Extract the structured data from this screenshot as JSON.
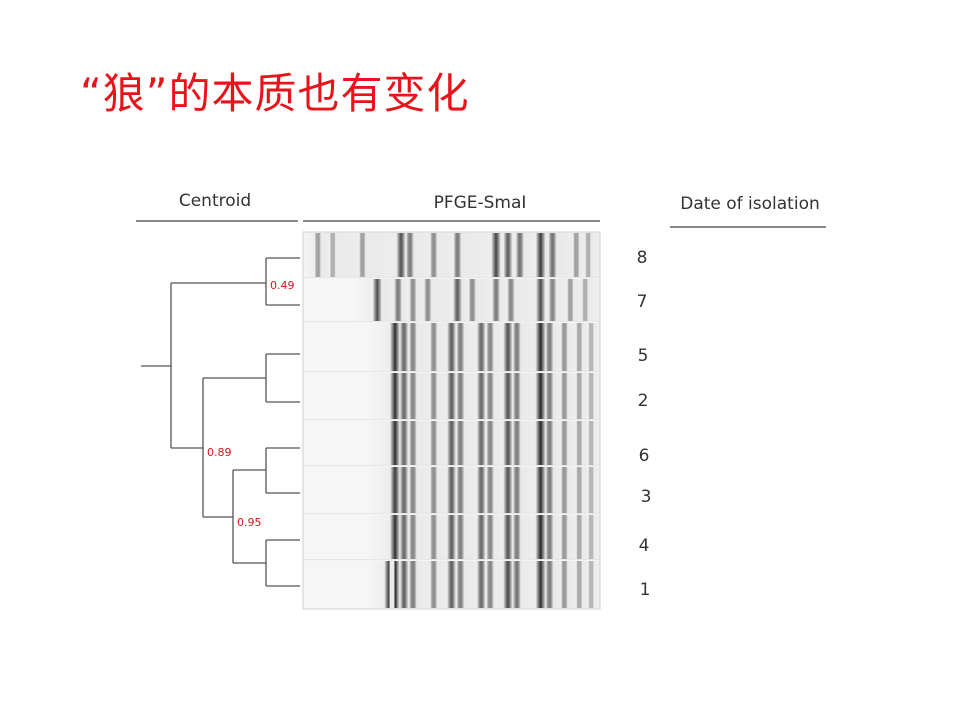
{
  "slide": {
    "title": "“狼”的本质也有变化"
  },
  "figure": {
    "headers": {
      "centroid": "Centroid",
      "method": "PFGE-SmaI",
      "date": "Date of isolation"
    },
    "lanes": [
      {
        "label": "8",
        "start": 0.0,
        "fade": 0.05,
        "bands": [
          [
            0.05,
            0.35
          ],
          [
            0.1,
            0.25
          ],
          [
            0.2,
            0.35
          ],
          [
            0.33,
            0.75
          ],
          [
            0.36,
            0.55
          ],
          [
            0.44,
            0.45
          ],
          [
            0.52,
            0.55
          ],
          [
            0.65,
            0.8
          ],
          [
            0.69,
            0.7
          ],
          [
            0.73,
            0.6
          ],
          [
            0.8,
            0.85
          ],
          [
            0.84,
            0.6
          ],
          [
            0.92,
            0.35
          ],
          [
            0.96,
            0.25
          ]
        ]
      },
      {
        "label": "7",
        "start": 0.18,
        "fade": 0.05,
        "bands": [
          [
            0.25,
            0.75
          ],
          [
            0.32,
            0.55
          ],
          [
            0.37,
            0.45
          ],
          [
            0.42,
            0.45
          ],
          [
            0.52,
            0.7
          ],
          [
            0.57,
            0.45
          ],
          [
            0.65,
            0.55
          ],
          [
            0.7,
            0.5
          ],
          [
            0.8,
            0.75
          ],
          [
            0.84,
            0.5
          ],
          [
            0.9,
            0.35
          ],
          [
            0.95,
            0.25
          ]
        ]
      },
      {
        "label": "5",
        "start": 0.22,
        "fade": 0.08,
        "bands": [
          [
            0.31,
            0.9
          ],
          [
            0.34,
            0.65
          ],
          [
            0.37,
            0.5
          ],
          [
            0.44,
            0.45
          ],
          [
            0.5,
            0.7
          ],
          [
            0.53,
            0.55
          ],
          [
            0.6,
            0.65
          ],
          [
            0.63,
            0.5
          ],
          [
            0.69,
            0.75
          ],
          [
            0.72,
            0.55
          ],
          [
            0.8,
            0.95
          ],
          [
            0.83,
            0.55
          ],
          [
            0.88,
            0.4
          ],
          [
            0.93,
            0.3
          ],
          [
            0.97,
            0.2
          ]
        ]
      },
      {
        "label": "2",
        "start": 0.22,
        "fade": 0.08,
        "bands": [
          [
            0.31,
            0.9
          ],
          [
            0.34,
            0.65
          ],
          [
            0.37,
            0.5
          ],
          [
            0.44,
            0.45
          ],
          [
            0.5,
            0.7
          ],
          [
            0.53,
            0.55
          ],
          [
            0.6,
            0.65
          ],
          [
            0.63,
            0.5
          ],
          [
            0.69,
            0.75
          ],
          [
            0.72,
            0.55
          ],
          [
            0.8,
            0.95
          ],
          [
            0.83,
            0.55
          ],
          [
            0.88,
            0.4
          ],
          [
            0.93,
            0.3
          ],
          [
            0.97,
            0.2
          ]
        ]
      },
      {
        "label": "6",
        "start": 0.22,
        "fade": 0.08,
        "bands": [
          [
            0.31,
            0.9
          ],
          [
            0.34,
            0.65
          ],
          [
            0.37,
            0.5
          ],
          [
            0.44,
            0.45
          ],
          [
            0.5,
            0.7
          ],
          [
            0.53,
            0.55
          ],
          [
            0.6,
            0.65
          ],
          [
            0.63,
            0.5
          ],
          [
            0.69,
            0.75
          ],
          [
            0.72,
            0.55
          ],
          [
            0.8,
            0.95
          ],
          [
            0.83,
            0.55
          ],
          [
            0.88,
            0.4
          ],
          [
            0.93,
            0.3
          ],
          [
            0.97,
            0.2
          ]
        ]
      },
      {
        "label": "3",
        "start": 0.22,
        "fade": 0.08,
        "bands": [
          [
            0.31,
            0.85
          ],
          [
            0.34,
            0.65
          ],
          [
            0.37,
            0.5
          ],
          [
            0.44,
            0.45
          ],
          [
            0.5,
            0.7
          ],
          [
            0.53,
            0.55
          ],
          [
            0.6,
            0.65
          ],
          [
            0.63,
            0.5
          ],
          [
            0.69,
            0.75
          ],
          [
            0.72,
            0.55
          ],
          [
            0.8,
            0.9
          ],
          [
            0.83,
            0.55
          ],
          [
            0.88,
            0.4
          ],
          [
            0.93,
            0.3
          ],
          [
            0.97,
            0.2
          ]
        ]
      },
      {
        "label": "4",
        "start": 0.22,
        "fade": 0.08,
        "bands": [
          [
            0.31,
            0.9
          ],
          [
            0.34,
            0.65
          ],
          [
            0.37,
            0.5
          ],
          [
            0.44,
            0.45
          ],
          [
            0.5,
            0.7
          ],
          [
            0.53,
            0.55
          ],
          [
            0.6,
            0.65
          ],
          [
            0.63,
            0.5
          ],
          [
            0.69,
            0.75
          ],
          [
            0.72,
            0.55
          ],
          [
            0.8,
            0.95
          ],
          [
            0.83,
            0.55
          ],
          [
            0.88,
            0.4
          ],
          [
            0.93,
            0.3
          ],
          [
            0.97,
            0.2
          ]
        ]
      },
      {
        "label": "1",
        "start": 0.22,
        "fade": 0.08,
        "bands": [
          [
            0.29,
            0.85
          ],
          [
            0.31,
            0.95
          ],
          [
            0.34,
            0.7
          ],
          [
            0.37,
            0.55
          ],
          [
            0.44,
            0.45
          ],
          [
            0.5,
            0.7
          ],
          [
            0.53,
            0.55
          ],
          [
            0.6,
            0.65
          ],
          [
            0.63,
            0.5
          ],
          [
            0.69,
            0.8
          ],
          [
            0.72,
            0.6
          ],
          [
            0.8,
            0.9
          ],
          [
            0.83,
            0.55
          ],
          [
            0.88,
            0.4
          ],
          [
            0.93,
            0.3
          ],
          [
            0.97,
            0.2
          ]
        ]
      }
    ],
    "bootstrap": [
      {
        "node": "cluster-8-7",
        "value": "0.49"
      },
      {
        "node": "cluster-5-2-6-3-4-1",
        "value": "0.89"
      },
      {
        "node": "cluster-6-3-4-1",
        "value": "0.95"
      }
    ],
    "colors": {
      "title": "#e8141b",
      "bootstrap": "#d01818",
      "tree": "#555555",
      "gel_background": "#f4f4f4",
      "band": "#1a1a1a"
    }
  }
}
